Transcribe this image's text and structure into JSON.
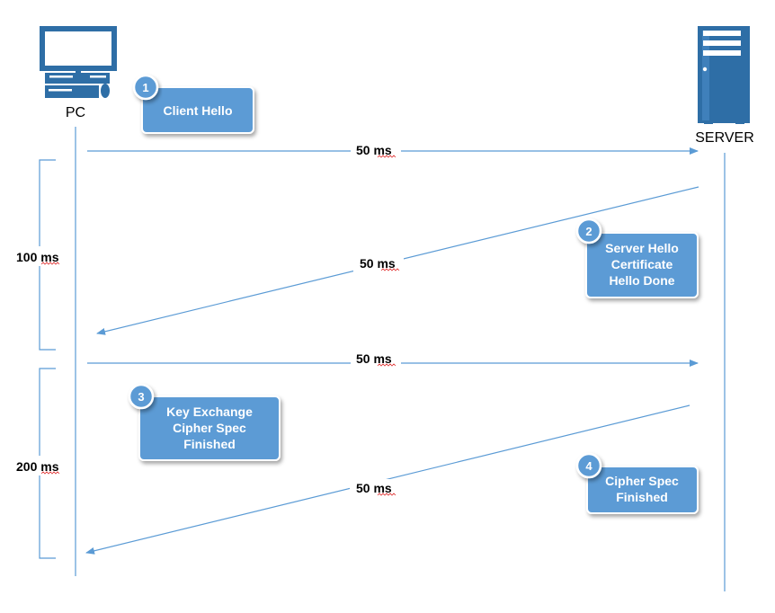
{
  "colors": {
    "line": "#5b9bd5",
    "box": "#5b9bd5",
    "box_border": "#ffffff",
    "icon": "#2e6ea6",
    "bracket": "#5b9bd5",
    "squiggle": "#e03030"
  },
  "actors": {
    "client": {
      "label": "PC",
      "icon": "desktop-computer-icon"
    },
    "server": {
      "label": "SERVER",
      "icon": "server-tower-icon"
    }
  },
  "arrows": [
    {
      "label": "50 ms",
      "direction": "client-to-server"
    },
    {
      "label": "50 ms",
      "direction": "server-to-client"
    },
    {
      "label": "50 ms",
      "direction": "client-to-server"
    },
    {
      "label": "50 ms",
      "direction": "server-to-client"
    }
  ],
  "messages": [
    {
      "step": "1",
      "lines": [
        "Client Hello"
      ]
    },
    {
      "step": "2",
      "lines": [
        "Server Hello",
        "Certificate",
        "Hello Done"
      ]
    },
    {
      "step": "3",
      "lines": [
        "Key Exchange",
        "Cipher Spec",
        "Finished"
      ]
    },
    {
      "step": "4",
      "lines": [
        "Cipher Spec",
        "Finished"
      ]
    }
  ],
  "intervals": [
    {
      "label": "100 ms"
    },
    {
      "label": "200 ms"
    }
  ]
}
